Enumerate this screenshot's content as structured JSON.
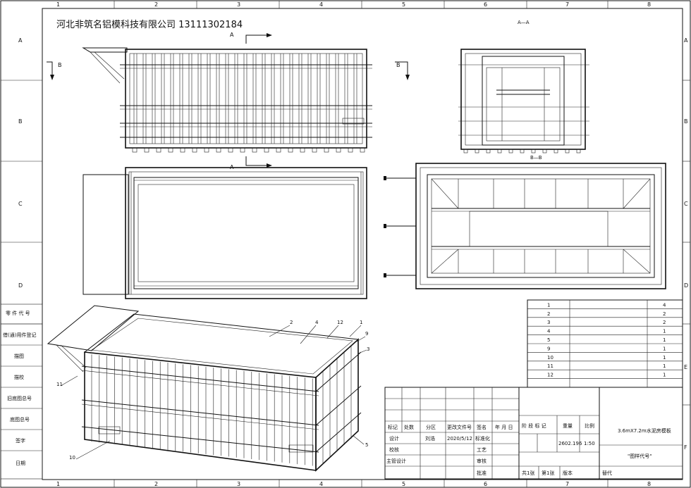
{
  "company": "河北非筑名铝模科技有限公司 13111302184",
  "columns": [
    "1",
    "2",
    "3",
    "4",
    "5",
    "6",
    "7",
    "8"
  ],
  "rows": [
    "A",
    "B",
    "C",
    "D",
    "E",
    "F"
  ],
  "section_marks": {
    "a": "A",
    "b": "B",
    "aa": "A—A",
    "bb": "B—B"
  },
  "left_strip": [
    "零 件 代 号",
    "借(通)用件登记",
    "描图",
    "描校",
    "旧底图总号",
    "底图总号",
    "签字",
    "日期"
  ],
  "parts_table": [
    {
      "no": "1",
      "qty": "4"
    },
    {
      "no": "2",
      "qty": "2"
    },
    {
      "no": "3",
      "qty": "2"
    },
    {
      "no": "4",
      "qty": "1"
    },
    {
      "no": "5",
      "qty": "1"
    },
    {
      "no": "9",
      "qty": "1"
    },
    {
      "no": "10",
      "qty": "1"
    },
    {
      "no": "11",
      "qty": "1"
    },
    {
      "no": "12",
      "qty": "1"
    }
  ],
  "callouts": [
    "2",
    "4",
    "12",
    "1",
    "9",
    "3",
    "5",
    "10",
    "11"
  ],
  "title_block": {
    "headers": [
      "标记",
      "处数",
      "分区",
      "更改文件号",
      "签名",
      "年 月 日"
    ],
    "design_label": "设计",
    "designer": "刘浩",
    "date": "2020/5/12",
    "standardize": "标准化",
    "check": "校核",
    "process": "工艺",
    "chief": "主管设计",
    "review": "审核",
    "approve": "批准",
    "stage_label": "阶 段 标 记",
    "weight_label": "重量",
    "ratio_label": "比例",
    "weight": "2602.196",
    "ratio": "1:50",
    "title": "3.6mX7.2m水泥房模板",
    "drawing_no": "\"图样代号\"",
    "sheets": "共1张",
    "sheet": "第1张",
    "version": "版本",
    "replace": "替代"
  }
}
